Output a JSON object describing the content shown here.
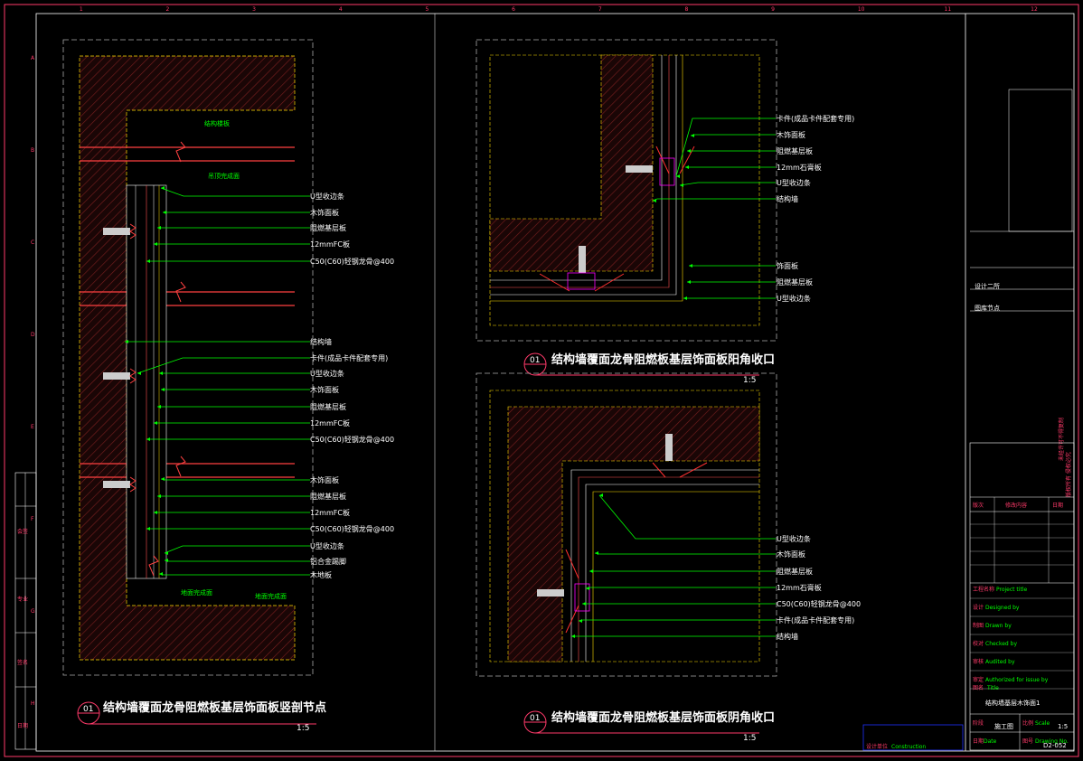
{
  "colors": {
    "background": "#000000",
    "frame": "#ff3a6a",
    "leader": "#00ff00",
    "hatch": "#7a1f1f",
    "dashed_edge": "#ffdd00",
    "text": "#ffffff",
    "titleblock_blue": "#2030ff"
  },
  "left_detail": {
    "callouts": [
      "U型收边条",
      "木饰面板",
      "阻燃基层板",
      "12mmFC板",
      "C50(C60)轻钢龙骨@400",
      "结构墙",
      "卡件(成品卡件配套专用)",
      "U型收边条",
      "木饰面板",
      "阻燃基层板",
      "12mmFC板",
      "C50(C60)轻钢龙骨@400",
      "木饰面板",
      "阻燃基层板",
      "12mmFC板",
      "C50(C60)轻钢龙骨@400",
      "U型收边条",
      "铝合金踢脚",
      "木地板"
    ],
    "inner_notes": [
      "结构楼板",
      "吊顶完成面",
      "地面完成面",
      "地面完成面"
    ],
    "number": "01",
    "title": "结构墙覆面龙骨阻燃板基层饰面板竖剖节点",
    "scale": "1:5"
  },
  "top_right_detail": {
    "callouts": [
      "卡件(成品卡件配套专用)",
      "木饰面板",
      "阻燃基层板",
      "12mm石膏板",
      "U型收边条",
      "结构墙",
      "饰面板",
      "阻燃基层板",
      "U型收边条"
    ],
    "number": "01",
    "title": "结构墙覆面龙骨阻燃板基层饰面板阳角收口",
    "scale": "1:5"
  },
  "bottom_right_detail": {
    "callouts": [
      "U型收边条",
      "木饰面板",
      "阻燃基层板",
      "12mm石膏板",
      "C50(C60)轻钢龙骨@400",
      "卡件(成品卡件配套专用)",
      "结构墙"
    ],
    "number": "01",
    "title": "结构墙覆面龙骨阻燃板基层饰面板阴角收口",
    "scale": "1:5"
  },
  "title_block": {
    "office": "设计二所",
    "sheet_group": "图库节点",
    "side_note_1": "版权所有 侵权必究",
    "side_note_2": "未经许可不得复制",
    "revision_header": [
      "版次",
      "修改内容",
      "日期"
    ],
    "rows": [
      {
        "label": "工程名称",
        "en": "Project title"
      },
      {
        "label": "设计",
        "en": "Designed by"
      },
      {
        "label": "制图",
        "en": "Drawn by"
      },
      {
        "label": "校对",
        "en": "Checked by"
      },
      {
        "label": "审核",
        "en": "Audited by"
      },
      {
        "label": "审定",
        "en": "Authorized for issue by"
      }
    ],
    "drawing_name_label": "图名",
    "drawing_name_en": "Title",
    "drawing_name": "结构墙基层木饰面1",
    "stage_label": "阶段",
    "stage": "施工图",
    "scale_label": "比例",
    "scale_en": "Scale",
    "scale": "1:5",
    "date_label": "日期",
    "date_en": "Date",
    "number_label": "图号",
    "number_en": "Drawing No.",
    "number": "D2-052",
    "design_unit": "设计单位",
    "design_unit_en": "Construction"
  },
  "left_strip": {
    "cells": [
      "会签",
      "专业",
      "签名",
      "日期"
    ]
  },
  "grid": {
    "top": [
      "1",
      "2",
      "3",
      "4",
      "5",
      "6",
      "7",
      "8",
      "9",
      "10",
      "11",
      "12"
    ],
    "side": [
      "A",
      "B",
      "C",
      "D",
      "E",
      "F",
      "G",
      "H"
    ]
  }
}
